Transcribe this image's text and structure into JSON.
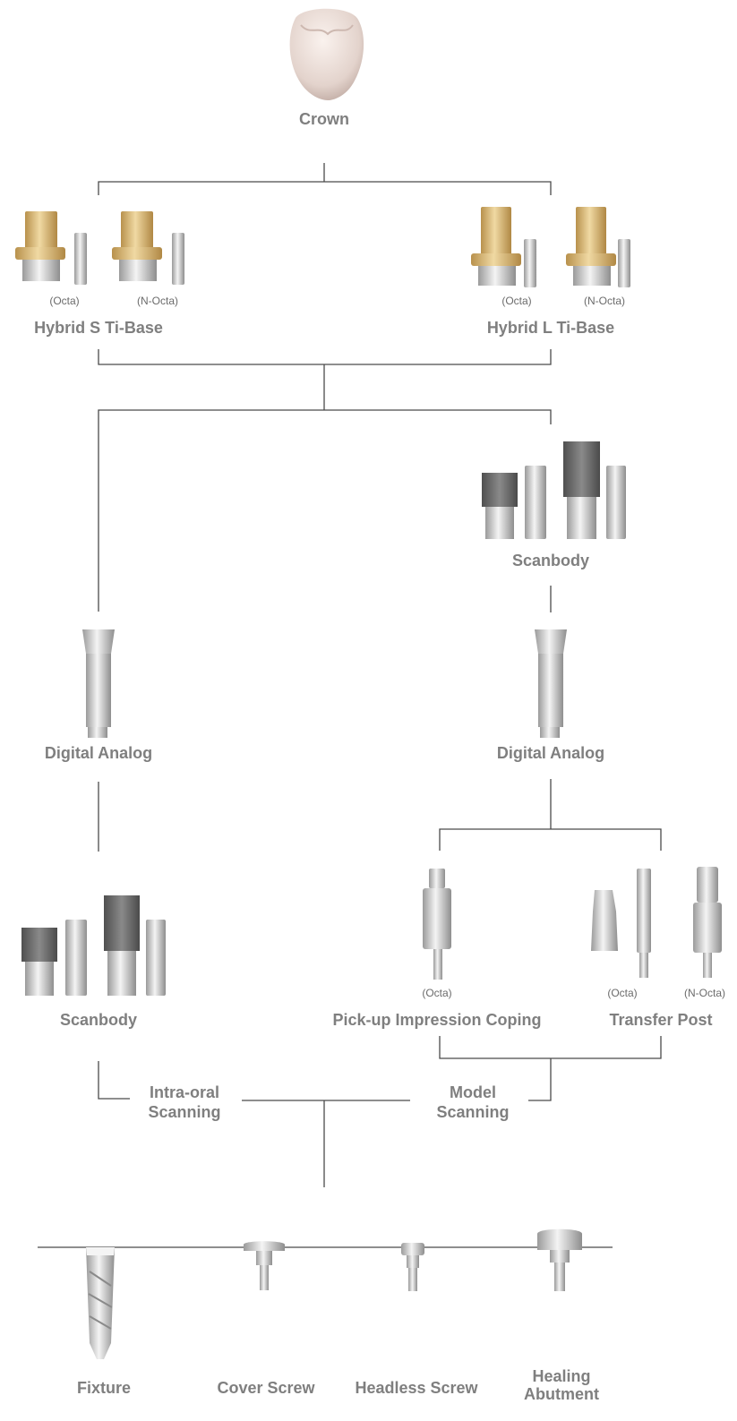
{
  "labels": {
    "crown": "Crown",
    "hybrid_s": "Hybrid S Ti-Base",
    "hybrid_l": "Hybrid L Ti-Base",
    "octa": "(Octa)",
    "n_octa": "(N-Octa)",
    "scanbody": "Scanbody",
    "digital_analog": "Digital Analog",
    "pickup": "Pick-up Impression Coping",
    "transfer_post": "Transfer Post",
    "intraoral_1": "Intra-oral",
    "intraoral_2": "Scanning",
    "model_1": "Model",
    "model_2": "Scanning",
    "fixture": "Fixture",
    "cover_screw": "Cover Screw",
    "headless_screw": "Headless Screw",
    "healing_1": "Healing",
    "healing_2": "Abutment"
  },
  "colors": {
    "label": "#7f7f7f",
    "line": "#4a4a4a",
    "gold": "#d9b878",
    "titanium": "#c9c9c9",
    "scanbody_dark": "#6f6f6f",
    "crown": "#e9dcd6"
  }
}
